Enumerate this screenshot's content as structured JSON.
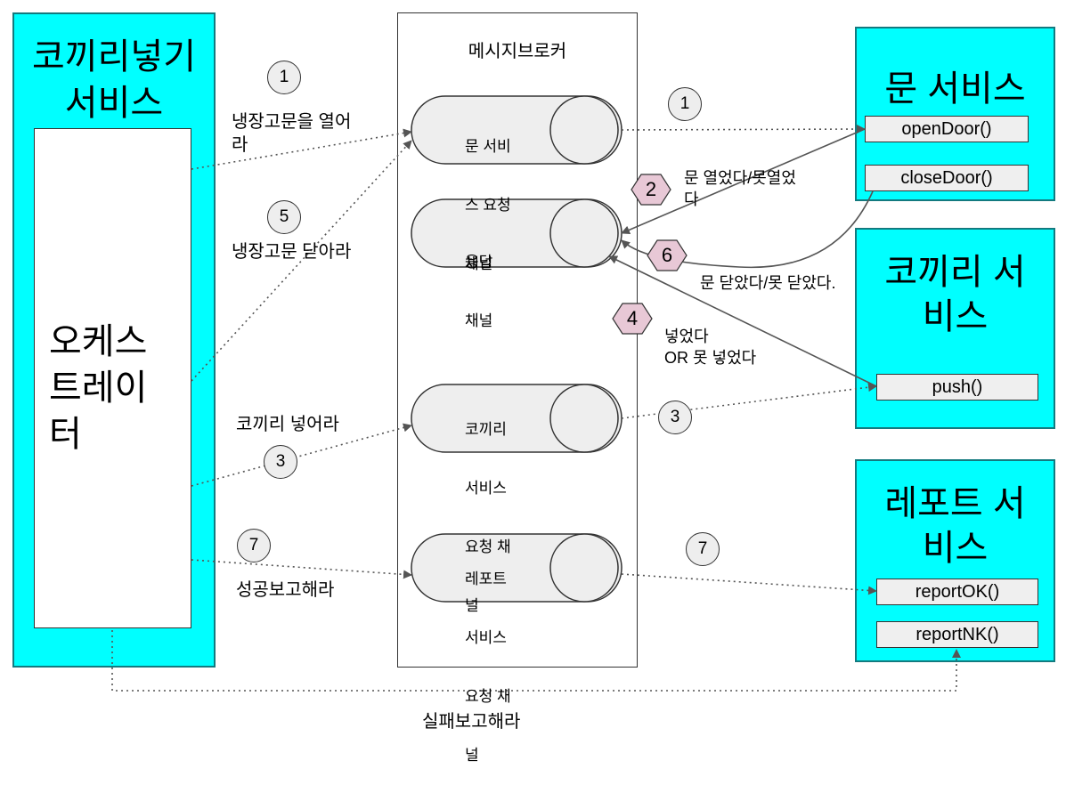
{
  "elephant_service": {
    "title_line1": "코끼리넣기",
    "title_line2": "서비스"
  },
  "orchestrator": {
    "line1": "오케스",
    "line2": "트레이",
    "line3": "터"
  },
  "broker": {
    "title": "메시지브로커",
    "channels": [
      {
        "lines": [
          "문 서비",
          "스 요청",
          "채널"
        ]
      },
      {
        "lines": [
          "응답",
          "채널"
        ]
      },
      {
        "lines": [
          "코끼리",
          "서비스",
          "요청 채",
          "널"
        ]
      },
      {
        "lines": [
          "레포트",
          "서비스",
          "요청 채",
          "널"
        ]
      }
    ]
  },
  "door_service": {
    "title": "문 서비스",
    "methods": [
      "openDoor()",
      "closeDoor()"
    ]
  },
  "elephant_push_service": {
    "title_line1": "코끼리 서",
    "title_line2": "비스",
    "methods": [
      "push()"
    ]
  },
  "report_service": {
    "title_line1": "레포트 서",
    "title_line2": "비스",
    "methods": [
      "reportOK()",
      "reportNK()"
    ]
  },
  "commands": {
    "open_door": "냉장고문을 열어\n라",
    "close_door": "냉장고문 닫아라",
    "push_elephant": "코끼리 넣어라",
    "report_success": "성공보고해라",
    "report_failure": "실패보고해라"
  },
  "responses": {
    "door_opened": "문 열었다/못열었\n다",
    "door_closed": "문 닫았다/못 닫았다.",
    "pushed": "넣었다\nOR 못 넣었다"
  },
  "step_numbers": {
    "s1": "1",
    "s1b": "1",
    "s2": "2",
    "s3": "3",
    "s3b": "3",
    "s4": "4",
    "s5": "5",
    "s6": "6",
    "s7": "7",
    "s7b": "7"
  },
  "colors": {
    "service_fill": "#00ffff",
    "hex_fill": "#e8c8d6",
    "circle_fill": "#eeeeee",
    "method_fill": "#efefef"
  }
}
